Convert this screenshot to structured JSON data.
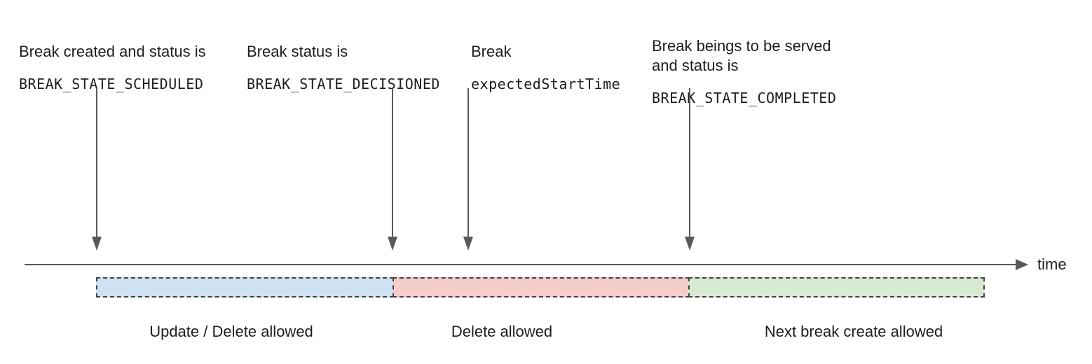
{
  "figure": {
    "type": "timeline-diagram",
    "description": "Break lifecycle states over time"
  },
  "timeline": {
    "axis_label": "time"
  },
  "annotations": [
    {
      "text": "Break created and status is",
      "code": "BREAK_STATE_SCHEDULED"
    },
    {
      "text": "Break status is",
      "code": "BREAK_STATE_DECISIONED"
    },
    {
      "text": "Break",
      "code": "expectedStartTime"
    },
    {
      "text": "Break beings to be served\nand status is",
      "code": "BREAK_STATE_COMPLETED"
    }
  ],
  "segments": [
    {
      "label": "Update / Delete allowed",
      "fill": "#cfe2f3"
    },
    {
      "label": "Delete allowed",
      "fill": "#f4cccc"
    },
    {
      "label": "Next break create allowed",
      "fill": "#d9ead3"
    }
  ],
  "colors": {
    "arrow": "#595959",
    "segment_border": "#434343",
    "text": "#1d1d1d"
  }
}
